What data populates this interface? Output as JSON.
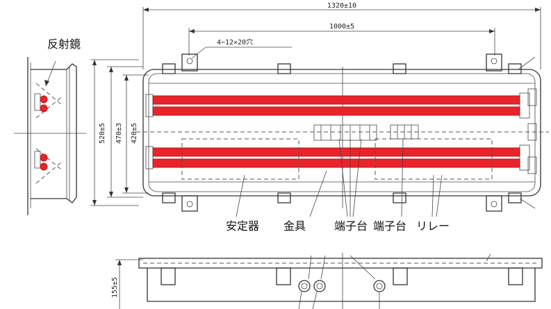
{
  "labels": {
    "reflector": "反射鏡",
    "ballast": "安定器",
    "bracket": "金具",
    "terminal_1": "端子台",
    "terminal_2": "端子台",
    "relay": "リレー"
  },
  "dimensions": {
    "overall_width": "1320±10",
    "mount_pitch": "1000±5",
    "mount_holes": "4−12×20穴",
    "overall_height": "520±5",
    "body_height": "470±3",
    "inner_height": "420±5",
    "depth": "155±5"
  },
  "colors": {
    "lamp_tube": "#e8242a",
    "line": "#333333"
  }
}
